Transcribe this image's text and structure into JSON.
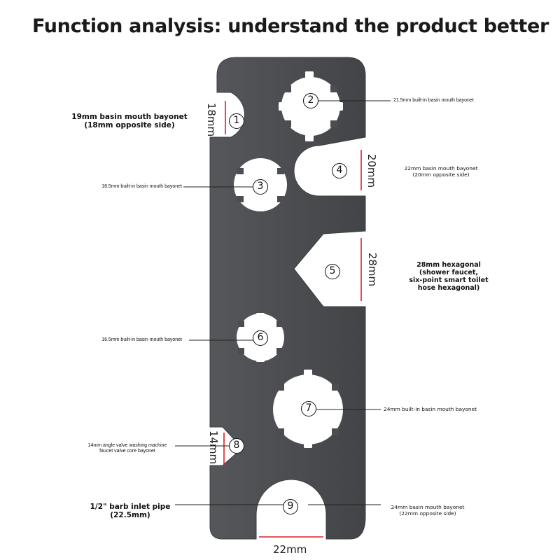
{
  "title": "Function analysis: understand the product better",
  "markers": [
    "1",
    "2",
    "3",
    "4",
    "5",
    "6",
    "7",
    "8",
    "9"
  ],
  "dimensions": {
    "d18": "18mm",
    "d20": "20mm",
    "d28": "28mm",
    "d14": "14mm",
    "d22": "22mm"
  },
  "labels": {
    "l1_line1": "19mm basin mouth bayonet",
    "l1_line2": "(18mm opposite side)",
    "l2": "21.5mm built-in basin mouth bayonet",
    "l3": "18.5mm built-in basin mouth bayonet",
    "l4_line1": "22mm basin mouth bayonet",
    "l4_line2": "(20mm opposite side)",
    "l5_line1": "28mm hexagonal",
    "l5_line2": "(shower faucet,",
    "l5_line3": "six-point smart toilet",
    "l5_line4": "hose hexagonal)",
    "l6": "16.5mm built-in basin mouth bayonet",
    "l7": "24mm built-in basin mouth bayonet",
    "l8_line1": "14mm angle valve washing machine",
    "l8_line2": "faucet valve core bayonet",
    "l9_line1": "1/2\" barb inlet pipe",
    "l9_line2": "(22.5mm)",
    "l10_line1": "24mm basin mouth bayonet",
    "l10_line2": "(22mm opposite side)"
  },
  "colors": {
    "wrench": "#4b4d51",
    "wrench_edge": "#3a3c40",
    "dimension_line": "#d8202a",
    "leader_line": "#222222"
  }
}
